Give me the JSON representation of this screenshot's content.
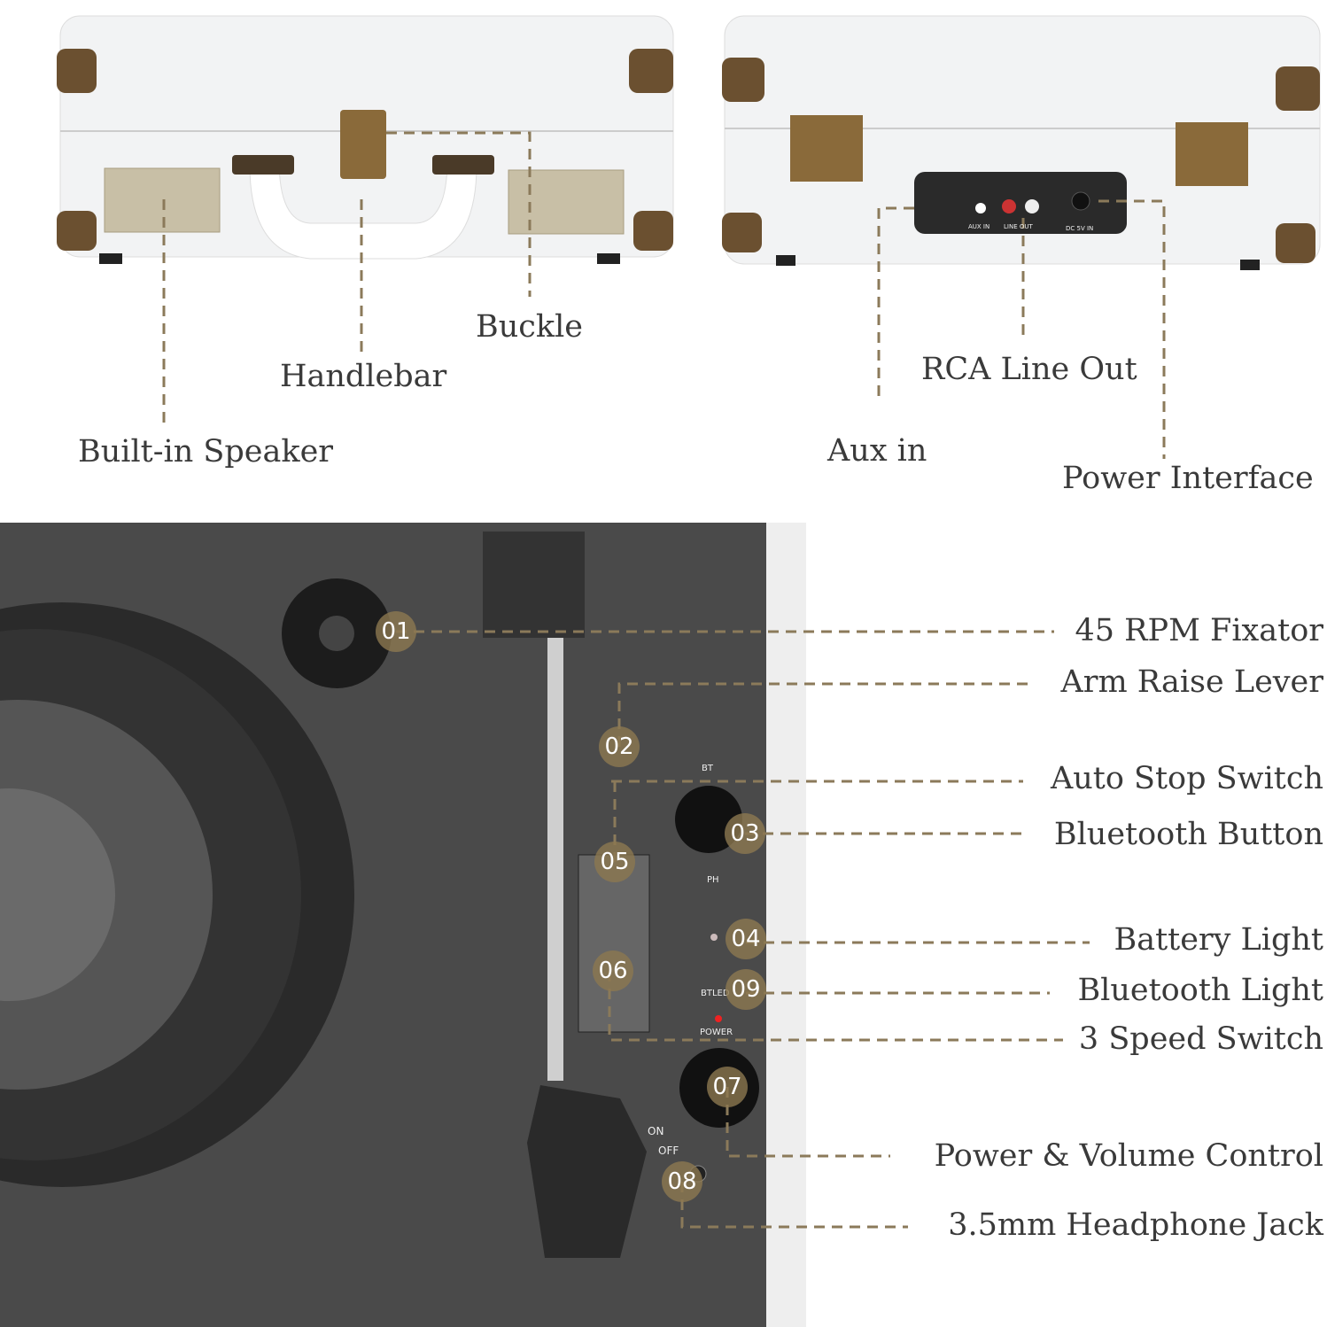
{
  "colors": {
    "leader": "#8b7a5a",
    "badge": "#8c7850",
    "case": "#f2f3f4",
    "panel": "#3a3a3a",
    "brass": "#8a6a3a"
  },
  "front_view": {
    "labels": {
      "buckle": "Buckle",
      "handlebar": "Handlebar",
      "speaker": "Built-in Speaker"
    }
  },
  "back_view": {
    "labels": {
      "rca": "RCA Line Out",
      "aux": "Aux in",
      "power": "Power Interface"
    },
    "port_text": {
      "aux": "AUX IN",
      "line_out": "LINE OUT",
      "dc": "DC 5V IN"
    }
  },
  "panel_text": {
    "bt": "BT",
    "ph": "PH",
    "btled": "BTLED",
    "power": "POWER",
    "on": "ON",
    "off": "OFF"
  },
  "callouts": [
    {
      "num": "01",
      "label": "45 RPM Fixator"
    },
    {
      "num": "02",
      "label": "Arm Raise Lever"
    },
    {
      "num": "05",
      "label": "Auto Stop Switch"
    },
    {
      "num": "03",
      "label": "Bluetooth Button"
    },
    {
      "num": "04",
      "label": "Battery Light"
    },
    {
      "num": "09",
      "label": "Bluetooth Light"
    },
    {
      "num": "06",
      "label": "3 Speed Switch"
    },
    {
      "num": "07",
      "label": "Power & Volume Control"
    },
    {
      "num": "08",
      "label": "3.5mm Headphone Jack"
    }
  ]
}
